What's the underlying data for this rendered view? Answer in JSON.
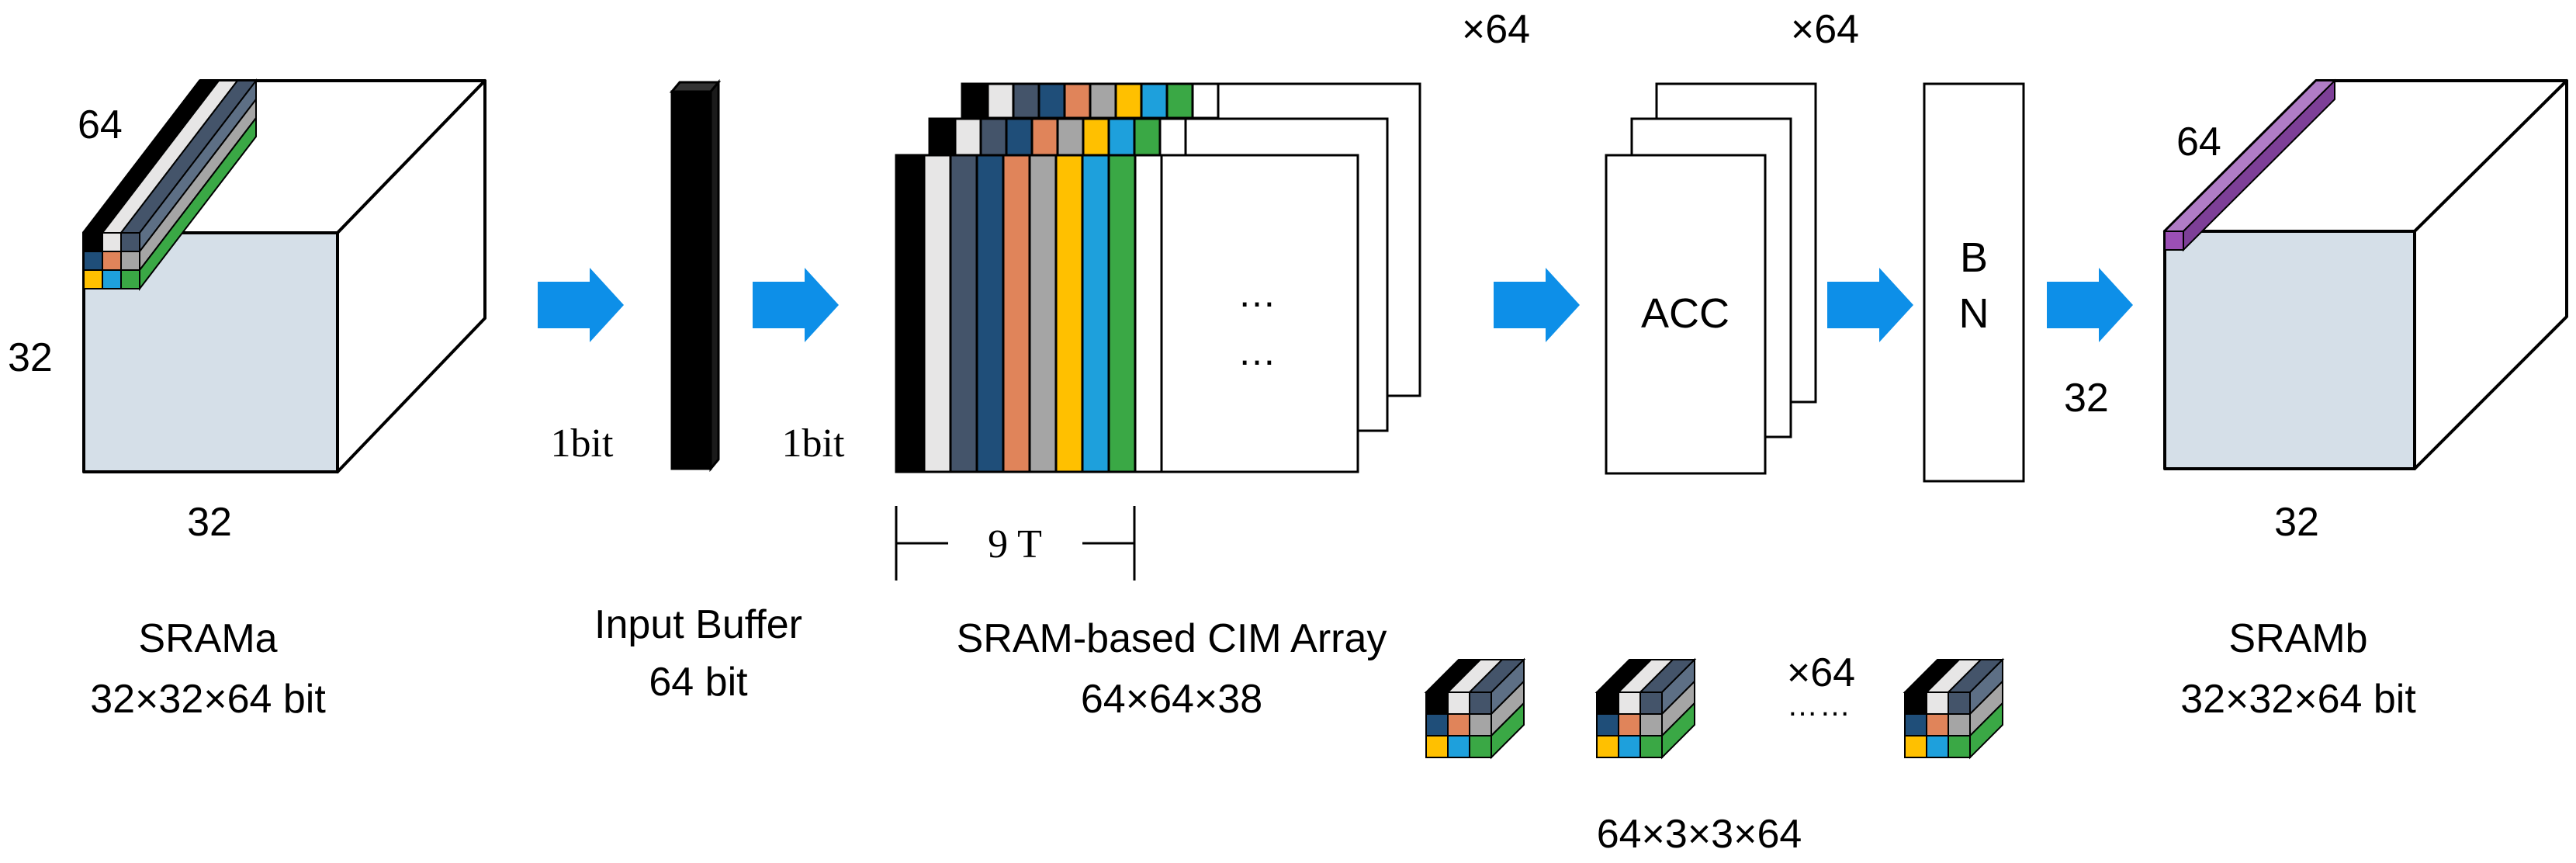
{
  "colors": {
    "black": "#000000",
    "light_gray": "#e7e6e6",
    "slate": "#44546a",
    "blue": "#1f4e79",
    "orange": "#e0845a",
    "gray": "#a5a5a5",
    "yellow": "#ffc000",
    "sky": "#1ea0dc",
    "green": "#3aa845",
    "purple": "#9b4fb5",
    "face": "#d5dfe8",
    "arrow": "#0d8fe8"
  },
  "sram_a": {
    "depth_label": "64",
    "height_label": "32",
    "width_label": "32",
    "title": "SRAMa",
    "size": "32×32×64 bit"
  },
  "links": {
    "bit_label_1": "1bit",
    "bit_label_2": "1bit"
  },
  "input_buffer": {
    "title": "Input Buffer",
    "size": "64 bit"
  },
  "cim_array": {
    "dots_1": "…",
    "dots_2": "…",
    "span_label": "9 T",
    "repeat": "×64",
    "title": "SRAM-based CIM Array",
    "size": "64×64×38"
  },
  "acc": {
    "label": "ACC",
    "repeat": "×64"
  },
  "bn": {
    "line1": "B",
    "line2": "N"
  },
  "sram_b": {
    "depth_label": "64",
    "height_label": "32",
    "width_label": "32",
    "title": "SRAMb",
    "size": "32×32×64 bit"
  },
  "kernels": {
    "repeat": "×64",
    "dots": "……",
    "size": "64×3×3×64"
  }
}
